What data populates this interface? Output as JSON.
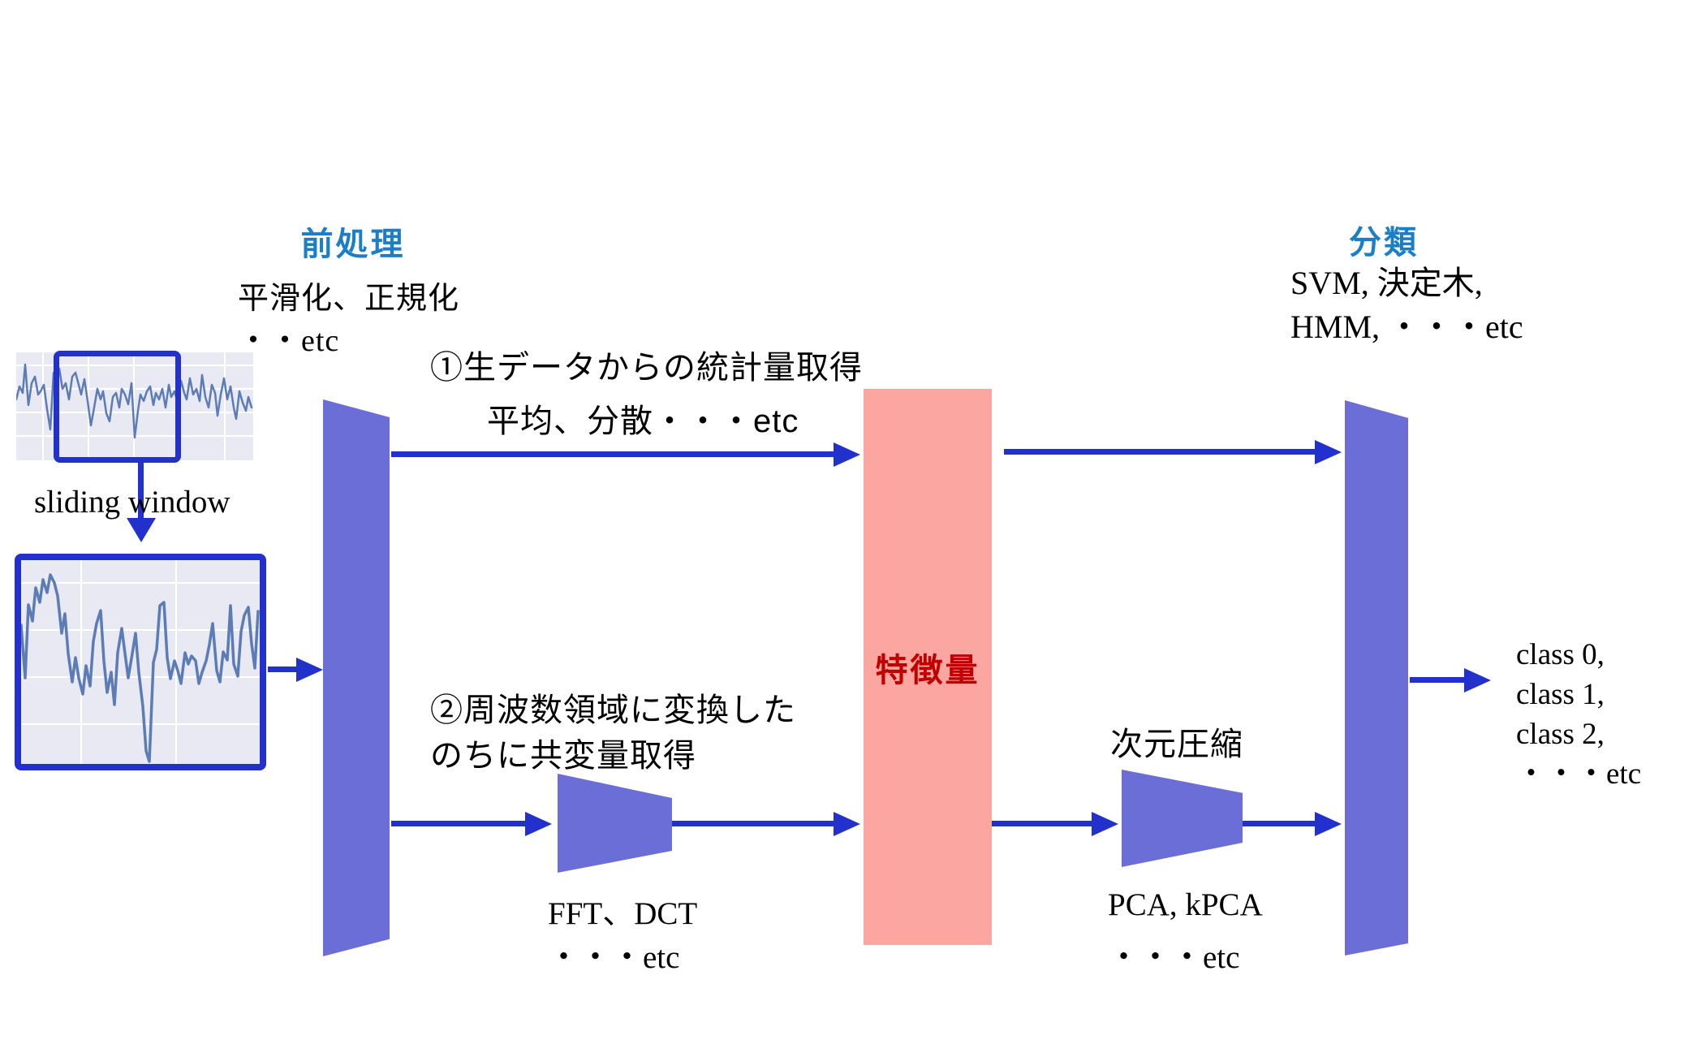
{
  "colors": {
    "arrow": "#2231CB",
    "shape": "#6A6ED6",
    "pink": "#FBA6A1",
    "feature_text": "#C00000",
    "heading": "#1B7FC8",
    "plot_bg": "#E9E9F3",
    "plot_line": "#5B7CB5"
  },
  "preprocess": {
    "heading": "前処理",
    "methods_line1": "平滑化、正規化",
    "methods_line2": "・・etc"
  },
  "input": {
    "sliding_window_label": "sliding window"
  },
  "path1": {
    "title": "①生データからの統計量取得",
    "subtitle": "平均、分散・・・etc"
  },
  "path2": {
    "title_line1": "②周波数領域に変換した",
    "title_line2": "のちに共変量取得",
    "transform_line1": "FFT、DCT",
    "transform_line2": "・・・etc"
  },
  "features": {
    "label": "特徴量"
  },
  "dimensionality_reduction": {
    "heading": "次元圧縮",
    "methods_line1": "PCA, kPCA",
    "methods_line2": "・・・etc"
  },
  "classification": {
    "heading": "分類",
    "methods_line1": "SVM, 決定木,",
    "methods_line2": "HMM, ・・・etc"
  },
  "output": {
    "classes": [
      "class 0,",
      "class 1,",
      "class 2,",
      "・・・etc"
    ]
  }
}
